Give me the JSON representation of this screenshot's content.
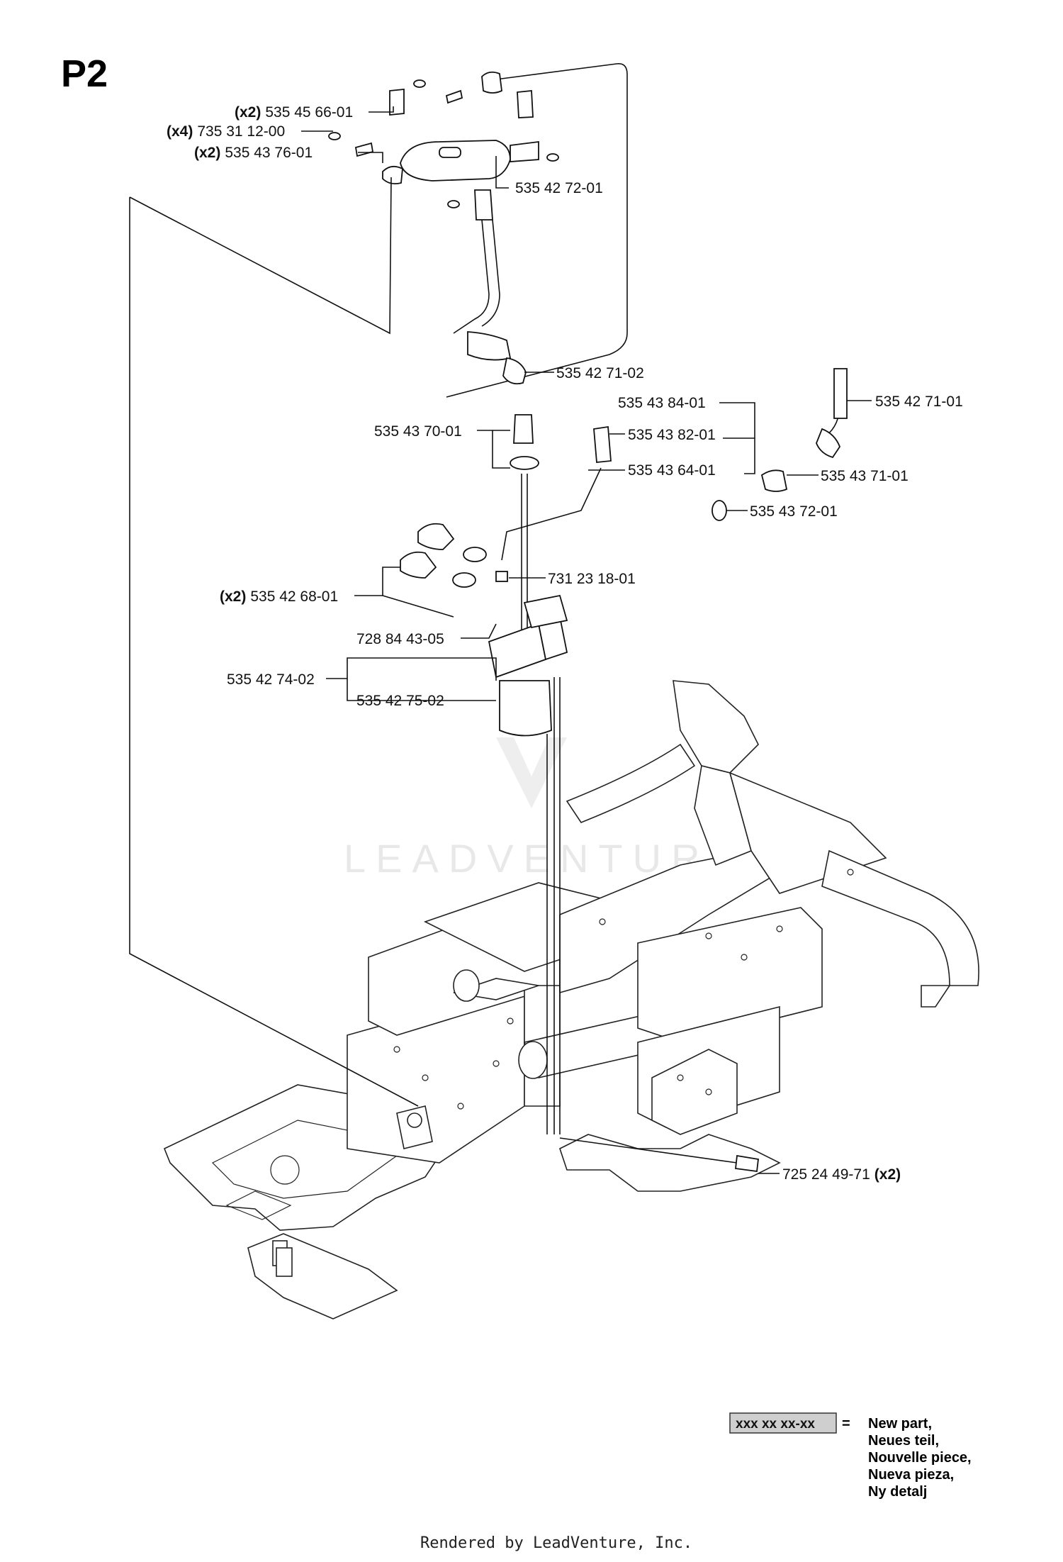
{
  "title": "P2",
  "watermark": "LEADVENTURE",
  "footer": "Rendered by LeadVenture, Inc.",
  "labels": [
    {
      "id": "l1",
      "qty": "(x2)",
      "part": "535 45 66-01"
    },
    {
      "id": "l2",
      "qty": "(x4)",
      "part": "735 31 12-00"
    },
    {
      "id": "l3",
      "qty": "(x2)",
      "part": "535 43 76-01"
    },
    {
      "id": "l4",
      "qty": "",
      "part": "535 42 72-01"
    },
    {
      "id": "l5",
      "qty": "",
      "part": "535 42 71-02"
    },
    {
      "id": "l6",
      "qty": "",
      "part": "535 42 71-01"
    },
    {
      "id": "l7",
      "qty": "",
      "part": "535 43 84-01"
    },
    {
      "id": "l8",
      "qty": "",
      "part": "535 43 70-01"
    },
    {
      "id": "l9",
      "qty": "",
      "part": "535 43 82-01"
    },
    {
      "id": "l10",
      "qty": "",
      "part": "535 43 64-01"
    },
    {
      "id": "l11",
      "qty": "",
      "part": "535 43 71-01"
    },
    {
      "id": "l12",
      "qty": "",
      "part": "535 43 72-01"
    },
    {
      "id": "l13",
      "qty": "",
      "part": "731 23 18-01"
    },
    {
      "id": "l14",
      "qty": "(x2)",
      "part": "535 42 68-01"
    },
    {
      "id": "l15",
      "qty": "",
      "part": "728 84 43-05"
    },
    {
      "id": "l16",
      "qty": "",
      "part": "535 42 74-02"
    },
    {
      "id": "l17",
      "qty": "",
      "part": "535 42 75-02"
    },
    {
      "id": "l18",
      "qty": "(x2)",
      "part": "725 24 49-71"
    }
  ],
  "legend": {
    "code": "xxx xx xx-xx",
    "equals": "=",
    "lines": [
      "New part,",
      "Neues teil,",
      "Nouvelle piece,",
      "Nueva pieza,",
      "Ny detalj"
    ]
  }
}
